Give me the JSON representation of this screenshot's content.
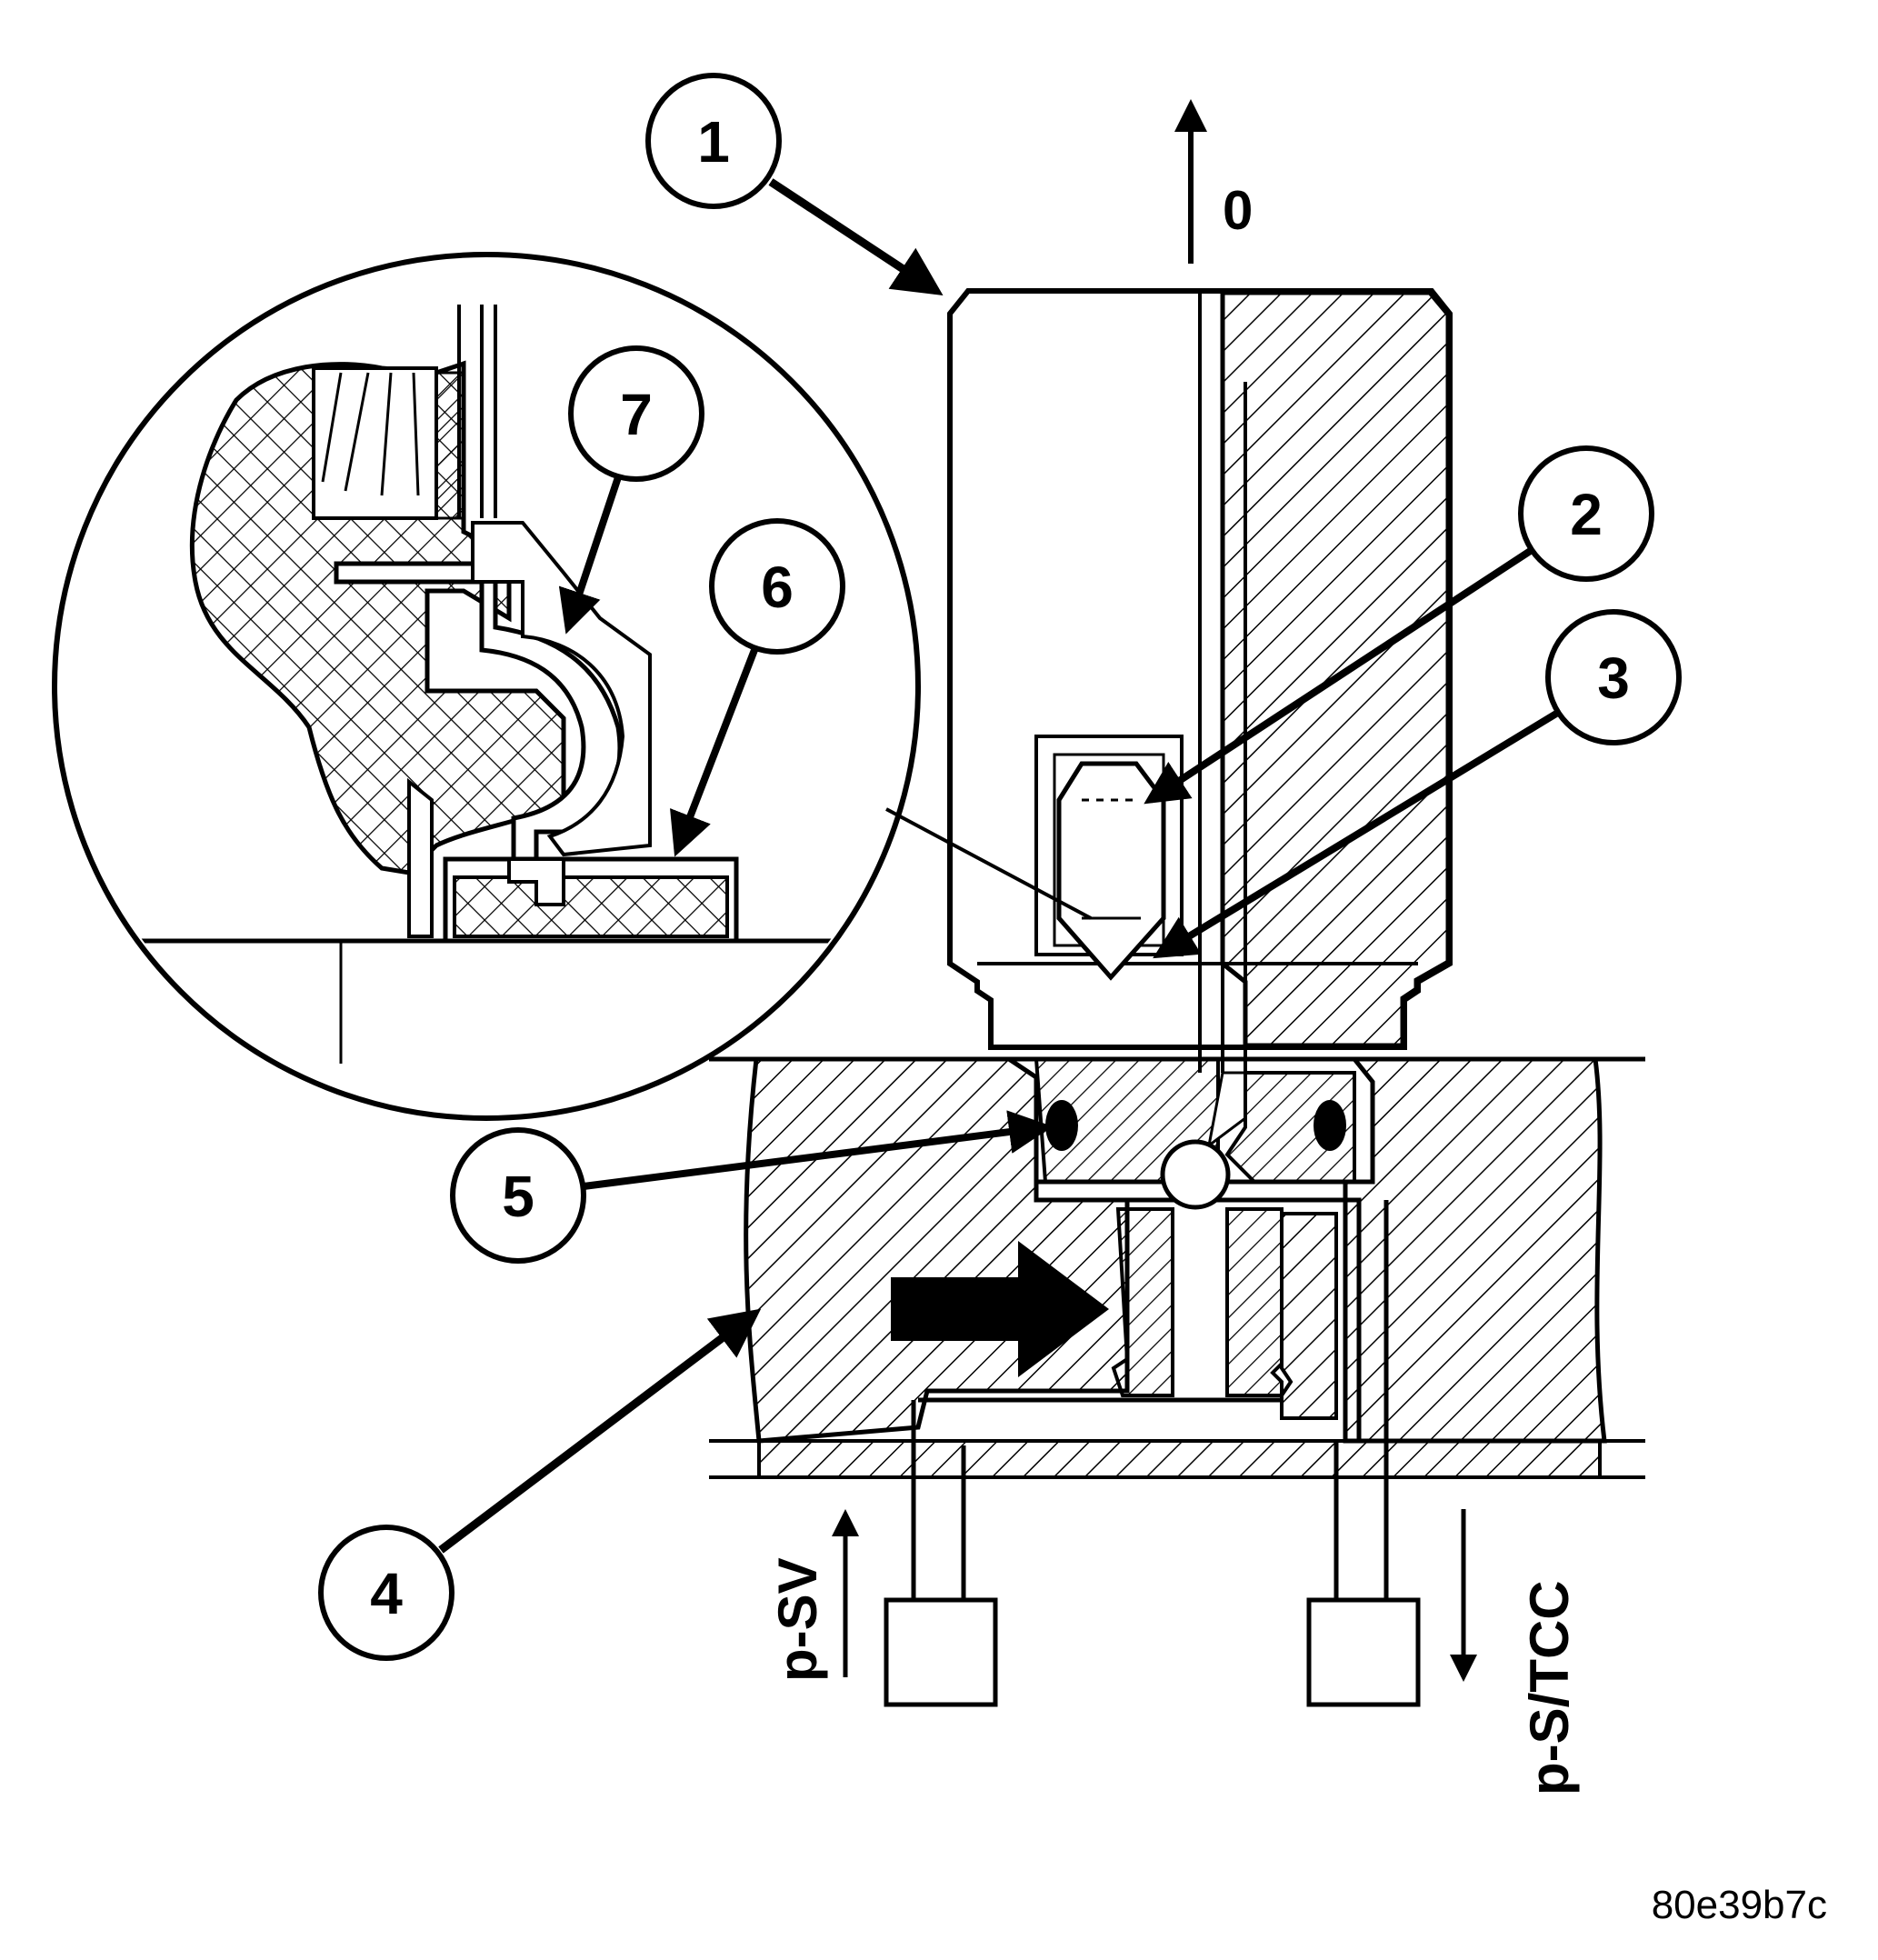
{
  "diagram": {
    "callouts": [
      "1",
      "2",
      "3",
      "4",
      "5",
      "6",
      "7"
    ],
    "direction_label": "0",
    "port_left_label": "p-SV",
    "port_right_label": "p-S/TCC",
    "figure_id": "80e39b7c"
  },
  "colors": {
    "ink": "#000000",
    "paper": "#ffffff"
  }
}
